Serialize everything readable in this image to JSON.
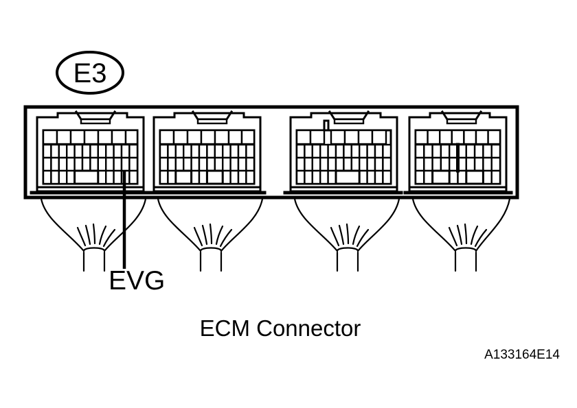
{
  "figure": {
    "type": "wiring-connector-diagram",
    "badge_label": "E3",
    "pin_callout_label": "EVG",
    "caption": "ECM Connector",
    "reference_code": "A133164E14",
    "background_color": "#ffffff",
    "line_color": "#000000"
  },
  "connectors": [
    {
      "index": 1,
      "name": "connector-block-1",
      "bottom_notches": 1
    },
    {
      "index": 2,
      "name": "connector-block-2",
      "bottom_notches": 2
    },
    {
      "index": 3,
      "name": "connector-block-3",
      "bottom_notches": 1
    },
    {
      "index": 4,
      "name": "connector-block-4",
      "bottom_notches": 2
    }
  ],
  "wire_bundles": [
    {
      "index": 1,
      "name": "wire-bundle-1"
    },
    {
      "index": 2,
      "name": "wire-bundle-2"
    },
    {
      "index": 3,
      "name": "wire-bundle-3"
    },
    {
      "index": 4,
      "name": "wire-bundle-4"
    }
  ],
  "callout": {
    "label": "EVG",
    "target_connector": 1,
    "target_row": "bottom"
  }
}
